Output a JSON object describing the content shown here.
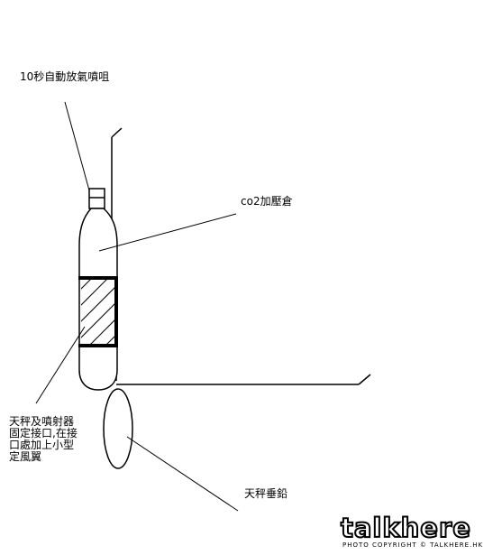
{
  "labels": {
    "nozzle": "10秒自動放氣噴咀",
    "co2_chamber": "co2加壓倉",
    "scale_mount": [
      "天秤及噴射器",
      "固定接口,在接",
      "口處加上小型",
      "定風翼"
    ],
    "plumb_weight": "天秤垂鉛"
  },
  "watermark": {
    "logo": "talkhere",
    "copyright": "PHOTO COPYRIGHT © TALKHERE.HK"
  },
  "colors": {
    "line": "#000000",
    "background": "#ffffff"
  }
}
